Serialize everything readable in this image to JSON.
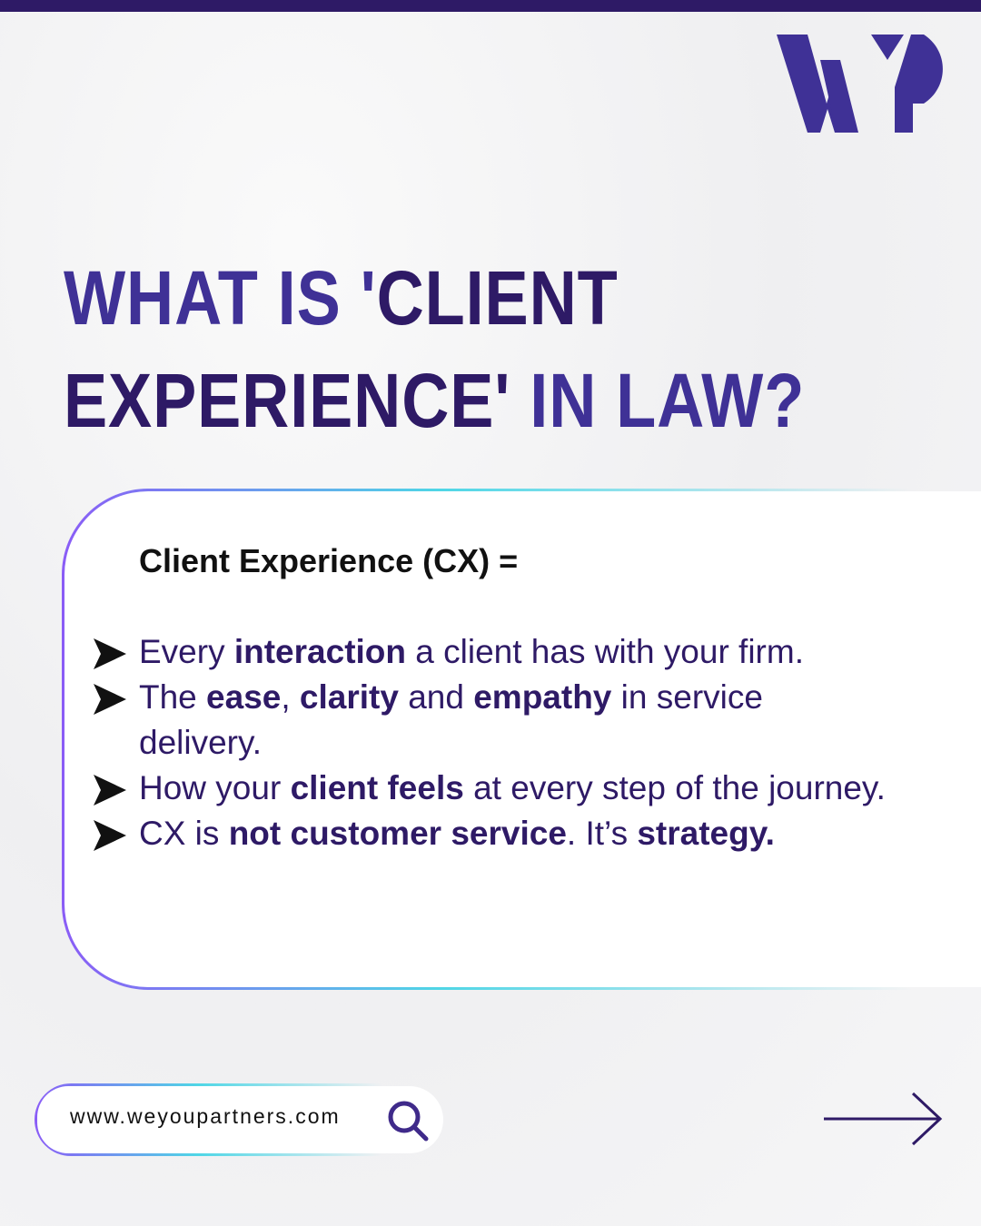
{
  "brand": {
    "logo_text": "WYP",
    "primary": "#2e1a66",
    "accent": "#3f3196"
  },
  "title": {
    "line1": [
      {
        "text": "WHAT IS '",
        "tone": "light"
      },
      {
        "text": "CLIENT",
        "tone": "dark"
      }
    ],
    "line2": [
      {
        "text": "EXPERIENCE' ",
        "tone": "dark"
      },
      {
        "text": "IN LAW?",
        "tone": "light"
      }
    ]
  },
  "card": {
    "heading": "Client Experience (CX) =",
    "bullets": [
      {
        "segments": [
          {
            "t": "Every "
          },
          {
            "t": "interaction",
            "b": true
          },
          {
            "t": " a client has with your firm."
          }
        ]
      },
      {
        "segments": [
          {
            "t": "The "
          },
          {
            "t": "ease",
            "b": true
          },
          {
            "t": ", "
          },
          {
            "t": "clarity",
            "b": true
          },
          {
            "t": " and "
          },
          {
            "t": "empathy",
            "b": true
          },
          {
            "t": " in service delivery."
          }
        ]
      },
      {
        "segments": [
          {
            "t": "How your "
          },
          {
            "t": "client feels",
            "b": true
          },
          {
            "t": " at every step of the journey."
          }
        ]
      },
      {
        "segments": [
          {
            "t": "CX is "
          },
          {
            "t": "not customer service",
            "b": true
          },
          {
            "t": ". It’s "
          },
          {
            "t": "strategy.",
            "b": true
          }
        ]
      }
    ]
  },
  "footer": {
    "url": "www.weyoupartners.com",
    "search_icon": "search-icon",
    "next_icon": "arrow-right-icon"
  }
}
